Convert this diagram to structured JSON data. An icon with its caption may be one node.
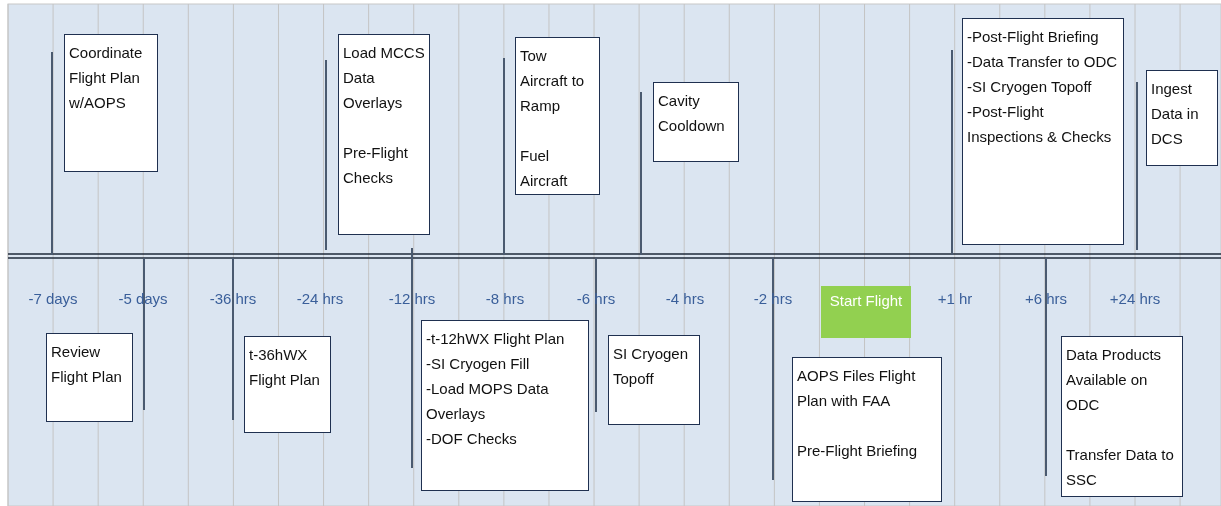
{
  "diagram": {
    "nodes": [
      {
        "text": [
          "Coordinate Flight Plan w/AOPS"
        ]
      },
      {
        "text": [
          "Load MCCS Data Overlays",
          "Pre-Flight Checks"
        ]
      },
      {
        "text": [
          "Tow Aircraft to Ramp",
          "Fuel Aircraft"
        ]
      },
      {
        "text": [
          "Cavity Cooldown"
        ]
      },
      {
        "text": [
          "-Post-Flight Briefing",
          "-Data Transfer to ODC",
          "-SI Cryogen Topoff",
          "-Post-Flight Inspections & Checks"
        ]
      },
      {
        "text": [
          "Ingest Data in DCS"
        ]
      },
      {
        "text": [
          "Start Flight"
        ]
      },
      {
        "text": [
          "Review Flight Plan"
        ]
      },
      {
        "text": [
          "t-36hWX Flight Plan"
        ]
      },
      {
        "text": [
          "-t-12hWX Flight Plan",
          "-SI Cryogen Fill",
          "-Load MOPS Data Overlays",
          "-DOF Checks"
        ]
      },
      {
        "text": [
          "SI Cryogen Topoff"
        ]
      },
      {
        "text": [
          "AOPS Files Flight Plan with  FAA",
          "Pre-Flight Briefing"
        ]
      },
      {
        "text": [
          "Data Products Available on ODC",
          "Transfer Data to SSC"
        ]
      }
    ],
    "labels": [
      "-7 days",
      "-5 days",
      "-36 hrs",
      "-24 hrs",
      "-12 hrs",
      "-8 hrs",
      "-6 hrs",
      "-4 hrs",
      "-2 hrs",
      "+1 hr",
      "+6 hrs",
      "+24 hrs"
    ]
  }
}
